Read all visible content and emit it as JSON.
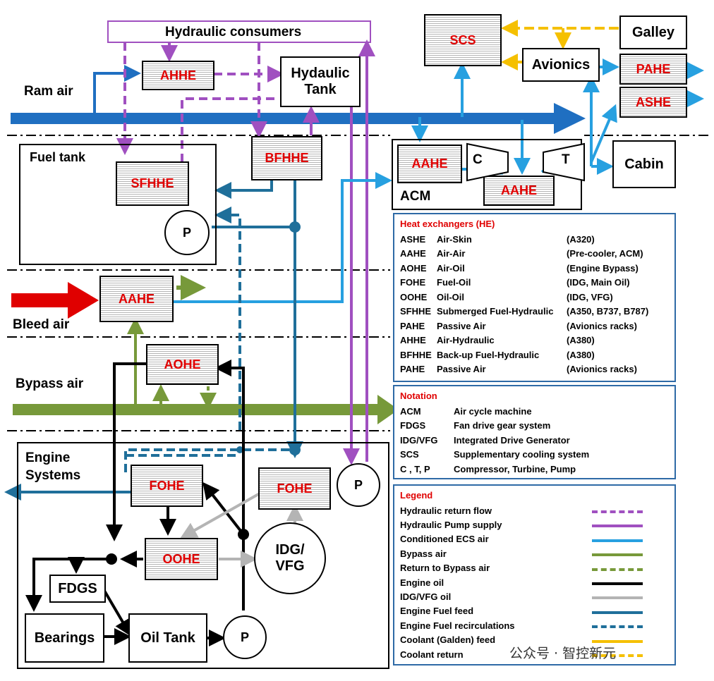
{
  "colors": {
    "ram_air": "#1f6fc1",
    "conditioned": "#27a0e0",
    "bleed": "#e00000",
    "bypass": "#77993a",
    "hydraulic": "#a050c0",
    "engine_oil": "#000000",
    "idg_oil": "#b4b4b4",
    "fuel": "#1f6f9a",
    "coolant": "#f5c000",
    "he_label": "#e00000"
  },
  "labels": {
    "hydraulic_consumers": "Hydraulic consumers",
    "ram_air": "Ram air",
    "fuel_tank": "Fuel tank",
    "bleed_air": "Bleed air",
    "bypass_air": "Bypass air",
    "engine_systems": "Engine\nSystems",
    "hydraulic_tank": "Hydaulic\nTank",
    "galley": "Galley",
    "avionics": "Avionics",
    "cabin": "Cabin",
    "acm": "ACM",
    "compressor": "C",
    "turbine": "T",
    "pump": "P",
    "idg_vfg": "IDG/\nVFG",
    "fdgs": "FDGS",
    "bearings": "Bearings",
    "oil_tank": "Oil Tank"
  },
  "heat_exchangers": {
    "ahhe": "AHHE",
    "scs": "SCS",
    "pahe": "PAHE",
    "ashe": "ASHE",
    "bfhhe": "BFHHE",
    "sfhhe": "SFHHE",
    "aahe_acm_left": "AAHE",
    "aahe_acm_right": "AAHE",
    "aahe_bleed": "AAHE",
    "aohe": "AOHE",
    "fohe_left": "FOHE",
    "fohe_right": "FOHE",
    "oohe": "OOHE"
  },
  "he_panel": {
    "title": "Heat exchangers (HE)",
    "rows": [
      {
        "code": "ASHE",
        "name": "Air-Skin",
        "note": "(A320)"
      },
      {
        "code": "AAHE",
        "name": "Air-Air",
        "note": "(Pre-cooler, ACM)"
      },
      {
        "code": "AOHE",
        "name": "Air-Oil",
        "note": "(Engine Bypass)"
      },
      {
        "code": "FOHE",
        "name": "Fuel-Oil",
        "note": "(IDG, Main Oil)"
      },
      {
        "code": "OOHE",
        "name": "Oil-Oil",
        "note": "(IDG, VFG)"
      },
      {
        "code": "SFHHE",
        "name": "Submerged Fuel-Hydraulic",
        "note": "(A350, B737, B787)"
      },
      {
        "code": "PAHE",
        "name": "Passive Air",
        "note": "(Avionics racks)"
      },
      {
        "code": "AHHE",
        "name": "Air-Hydraulic",
        "note": "(A380)"
      },
      {
        "code": "BFHHE",
        "name": "Back-up Fuel-Hydraulic",
        "note": "(A380)"
      },
      {
        "code": "PAHE",
        "name": "Passive Air",
        "note": "(Avionics racks)"
      }
    ]
  },
  "notation_panel": {
    "title": "Notation",
    "rows": [
      {
        "code": "ACM",
        "desc": "Air cycle machine"
      },
      {
        "code": "FDGS",
        "desc": "Fan drive gear system"
      },
      {
        "code": "IDG/VFG",
        "desc": "Integrated Drive Generator"
      },
      {
        "code": "SCS",
        "desc": "Supplementary cooling system"
      },
      {
        "code": "C , T, P",
        "desc": "Compressor, Turbine, Pump"
      }
    ]
  },
  "legend_panel": {
    "title": "Legend",
    "rows": [
      {
        "label": "Hydraulic return flow",
        "color": "#a050c0",
        "dashed": true
      },
      {
        "label": "Hydraulic Pump supply",
        "color": "#a050c0",
        "dashed": false
      },
      {
        "label": "Conditioned ECS air",
        "color": "#27a0e0",
        "dashed": false
      },
      {
        "label": "Bypass air",
        "color": "#77993a",
        "dashed": false
      },
      {
        "label": "Return to Bypass air",
        "color": "#77993a",
        "dashed": true
      },
      {
        "label": "Engine oil",
        "color": "#000000",
        "dashed": false
      },
      {
        "label": "IDG/VFG oil",
        "color": "#b4b4b4",
        "dashed": false
      },
      {
        "label": "Engine Fuel feed",
        "color": "#1f6f9a",
        "dashed": false
      },
      {
        "label": "Engine Fuel recirculations",
        "color": "#1f6f9a",
        "dashed": true
      },
      {
        "label": "Coolant (Galden) feed",
        "color": "#f5c000",
        "dashed": false
      },
      {
        "label": "Coolant return",
        "color": "#f5c000",
        "dashed": true
      }
    ]
  },
  "watermark": "公众号 · 智控新元"
}
